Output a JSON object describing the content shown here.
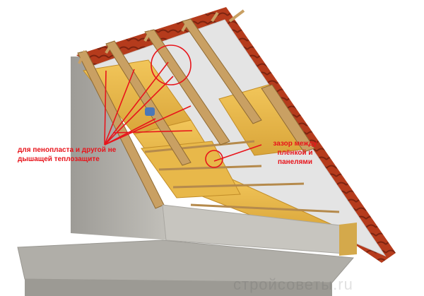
{
  "annotations": {
    "left_note": "для пенопласта и другой не дышащей теплозащите",
    "right_note": "зазор между плёнкой и панелями"
  },
  "watermark": "стройсоветы.ru",
  "colors": {
    "annotation": "#e8141b",
    "tiles": "#b53b1c",
    "insulation": "#e8b84a",
    "timber": "#c9a063",
    "concrete": "#b8b6b0",
    "membrane": "#e6e6e6"
  }
}
